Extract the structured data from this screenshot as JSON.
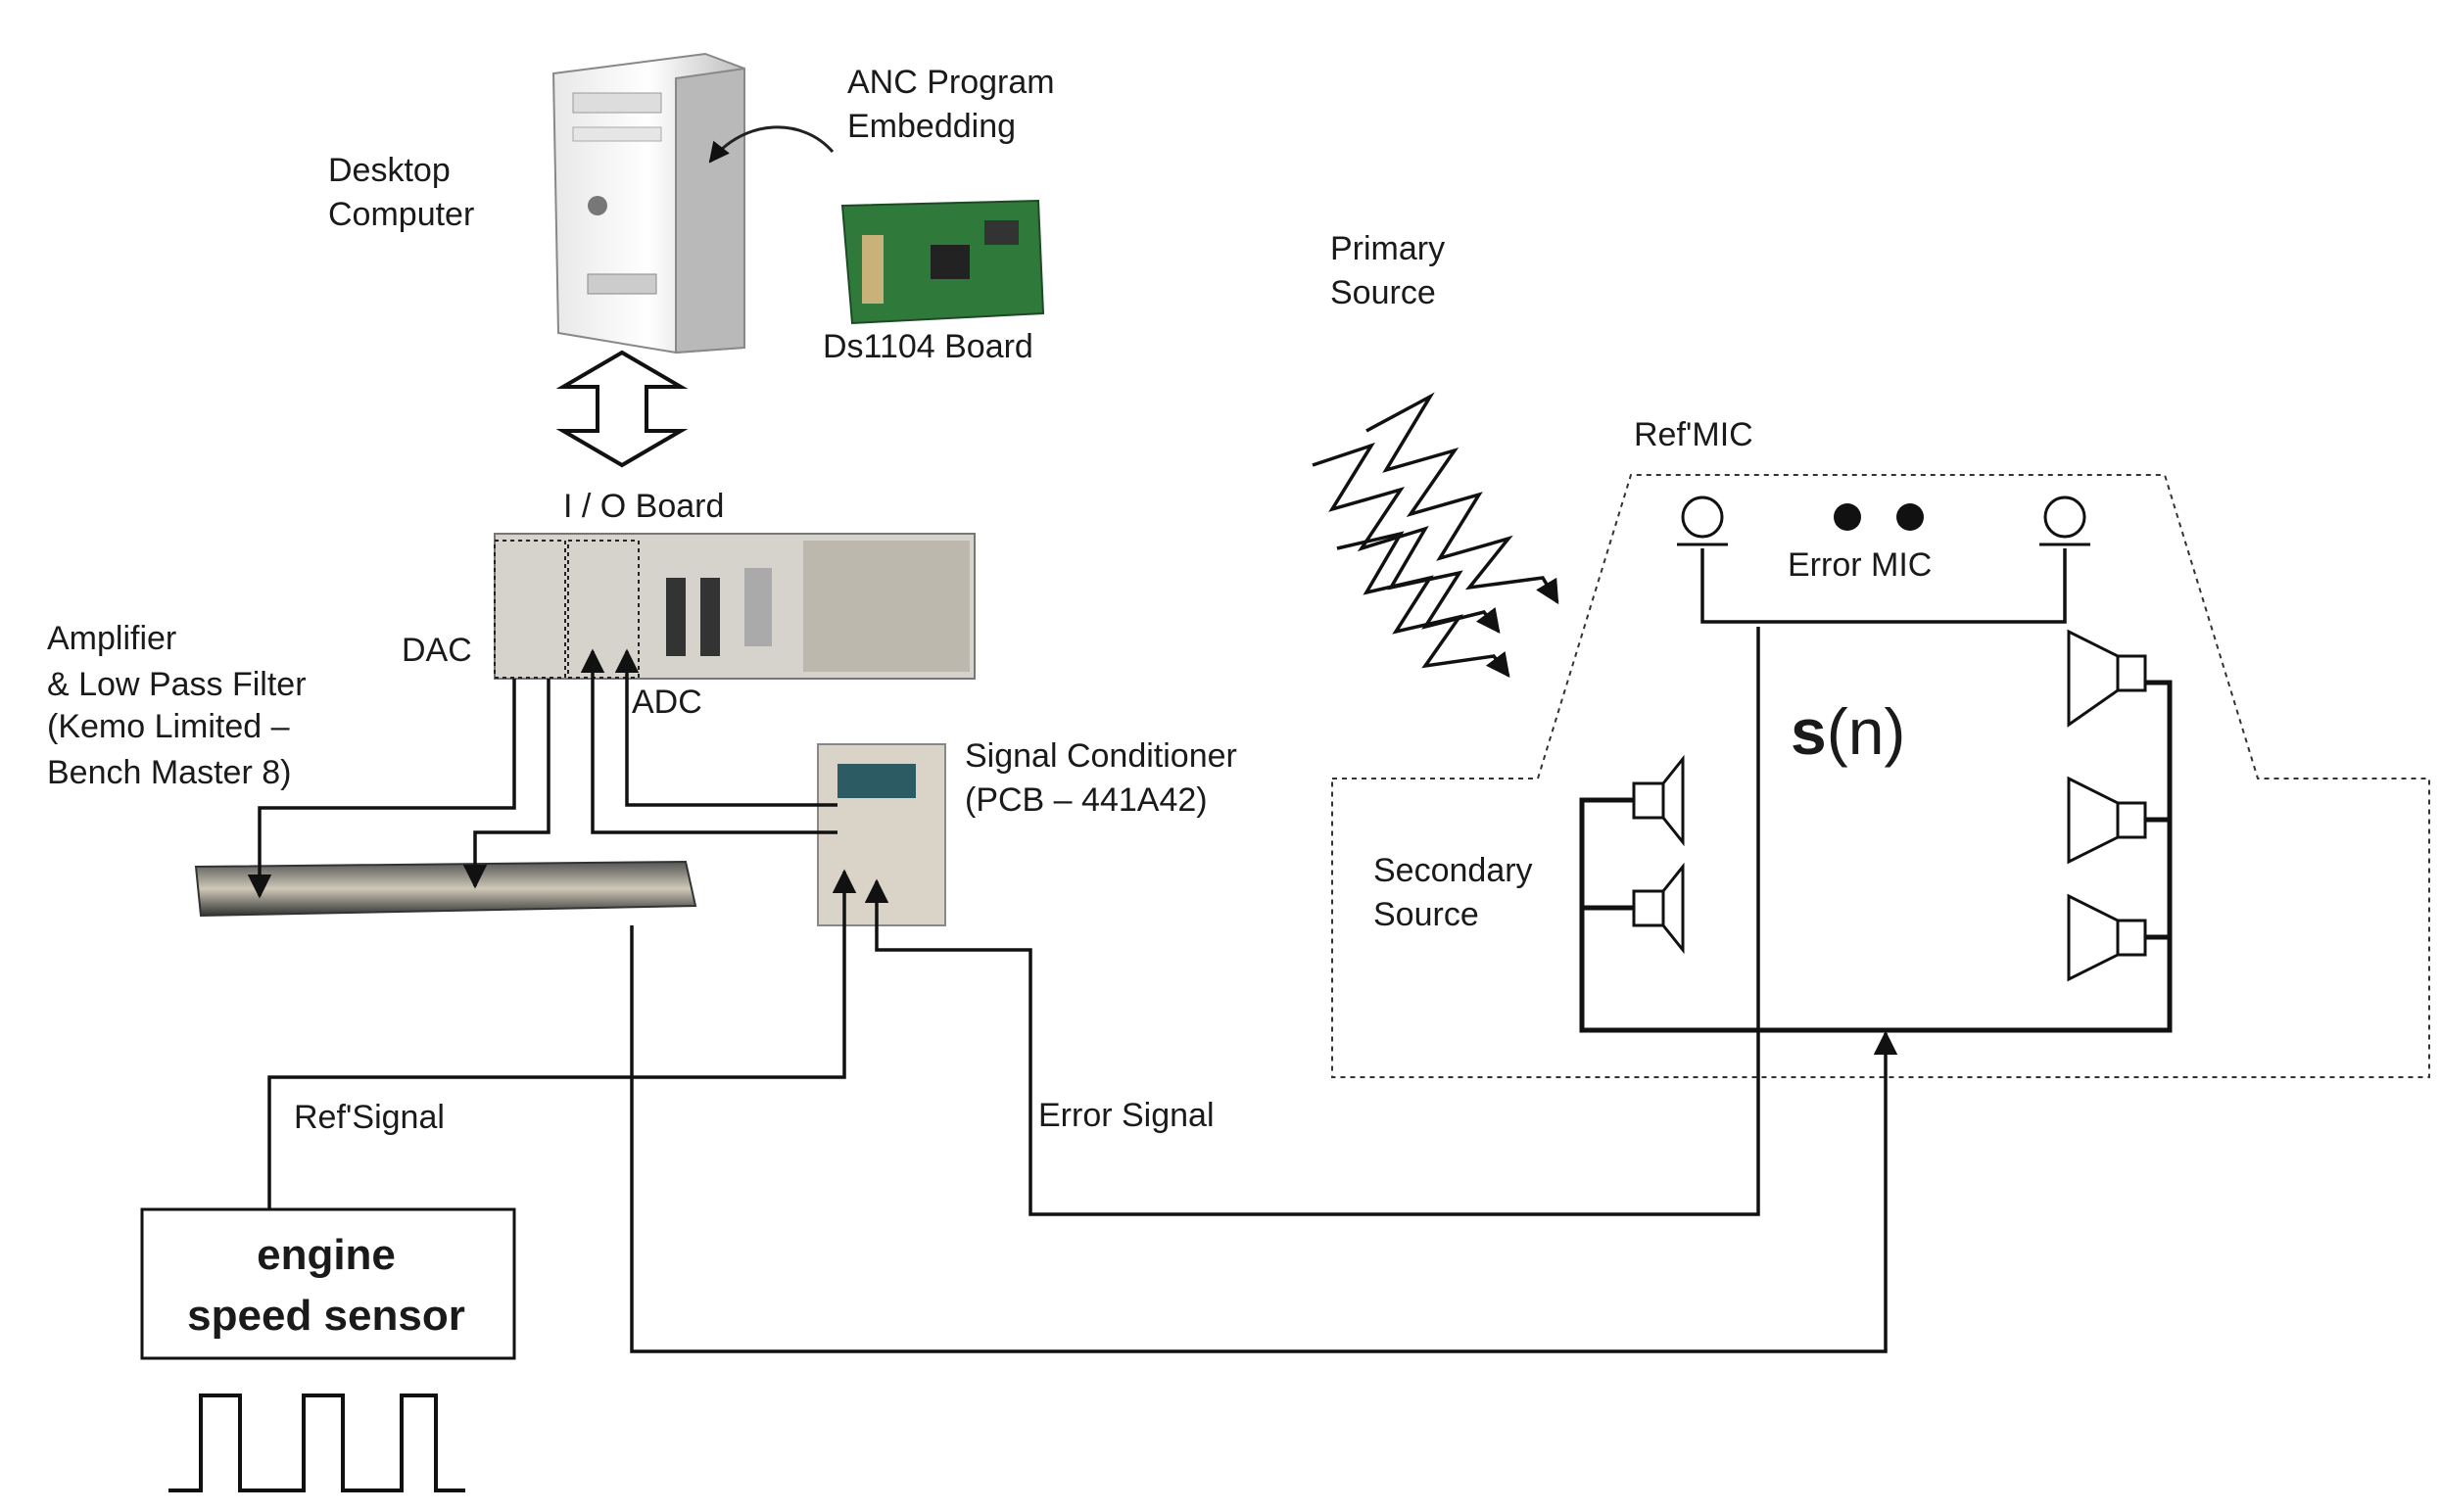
{
  "labels": {
    "anc_program_line1": "ANC Program",
    "anc_program_line2": "Embedding",
    "desktop_line1": "Desktop",
    "desktop_line2": "Computer",
    "ds1104": "Ds1104 Board",
    "io_board": "I / O Board",
    "dac": "DAC",
    "adc": "ADC",
    "amplifier_line1": "Amplifier",
    "amplifier_line2": "& Low Pass Filter",
    "amplifier_line3": "(Kemo Limited –",
    "amplifier_line4": "Bench Master 8)",
    "signal_conditioner_line1": "Signal Conditioner",
    "signal_conditioner_line2": "(PCB – 441A42)",
    "primary_source_line1": "Primary",
    "primary_source_line2": "Source",
    "ref_mic": "Ref'MIC",
    "error_mic": "Error MIC",
    "sn_bold": "s",
    "sn_rest": "(n)",
    "secondary_source_line1": "Secondary",
    "secondary_source_line2": "Source",
    "ref_signal": "Ref'Signal",
    "error_signal": "Error Signal",
    "engine_sensor_line1": "engine",
    "engine_sensor_line2": "speed sensor"
  }
}
